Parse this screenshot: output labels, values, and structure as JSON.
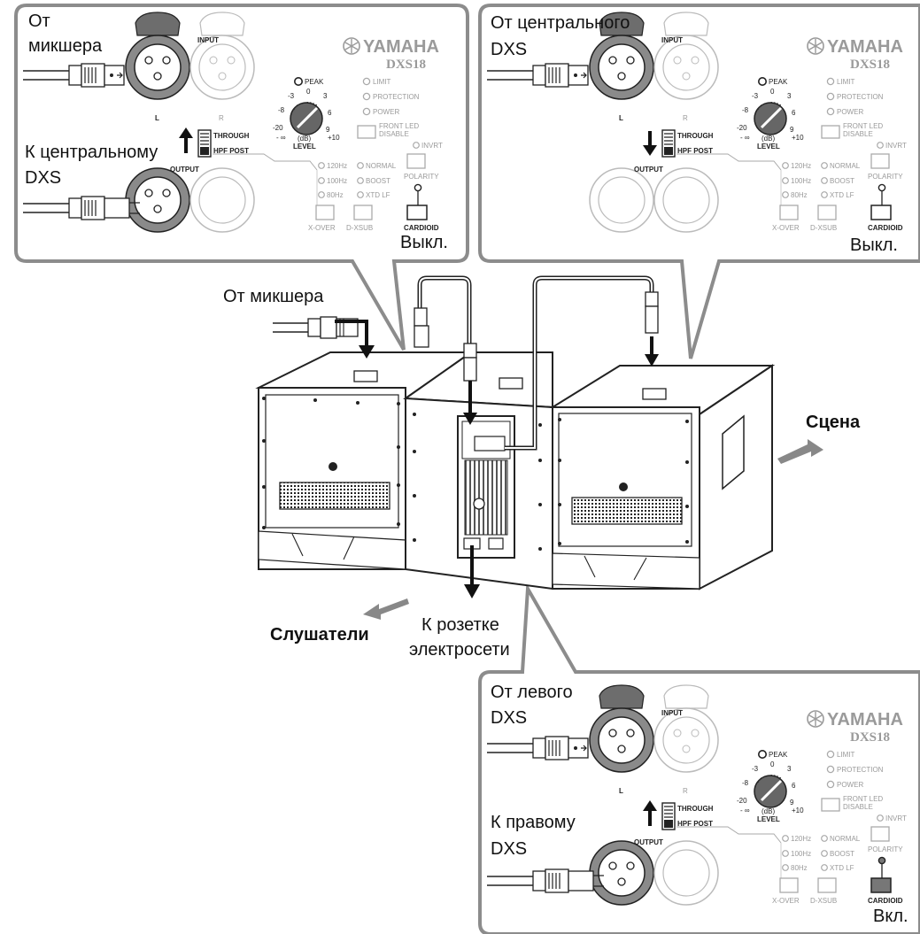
{
  "panels": [
    {
      "caption_lines": [
        "От",
        "микшера"
      ],
      "caption_lower_lines": [
        "К центральному",
        "DXS"
      ],
      "state": "Выкл.",
      "switch_direction": "up",
      "cardioid_on": false
    },
    {
      "caption_lines": [
        "От центрального",
        "DXS"
      ],
      "caption_lower_lines": [],
      "state": "Выкл.",
      "switch_direction": "down",
      "cardioid_on": false
    },
    {
      "caption_lines": [
        "От левого",
        "DXS"
      ],
      "caption_lower_lines": [
        "К правому",
        "DXS"
      ],
      "state": "Вкл.",
      "switch_direction": "up",
      "cardioid_on": true
    }
  ],
  "panel_common": {
    "input": "INPUT",
    "brand": "YAMAHA",
    "model": "DXS18",
    "left": "L",
    "right": "R",
    "peak": "PEAK",
    "limit": "LIMIT",
    "protection": "PROTECTION",
    "power": "POWER",
    "front_led": "FRONT LED",
    "disable": "DISABLE",
    "invrt": "INVRT",
    "polarity": "POLARITY",
    "through": "THROUGH",
    "hpf_post": "HPF POST",
    "output": "OUTPUT",
    "hz120": "120Hz",
    "hz100": "100Hz",
    "hz80": "80Hz",
    "normal": "NORMAL",
    "boost": "BOOST",
    "xtd_lf": "XTD LF",
    "x_over": "X-OVER",
    "d_xsub": "D-XSUB",
    "cardioid": "CARDIOID",
    "level": "LEVEL",
    "db": "(dB)",
    "dial_ticks": [
      "0",
      "-3",
      "3",
      "-8",
      "6",
      "-20",
      "9",
      "- ∞",
      "+10"
    ]
  },
  "labels": {
    "from_mixer": "От микшера",
    "stage": "Сцена",
    "listeners": "Слушатели",
    "to_outlet_line1": "К розетке",
    "to_outlet_line2": "электросети"
  }
}
